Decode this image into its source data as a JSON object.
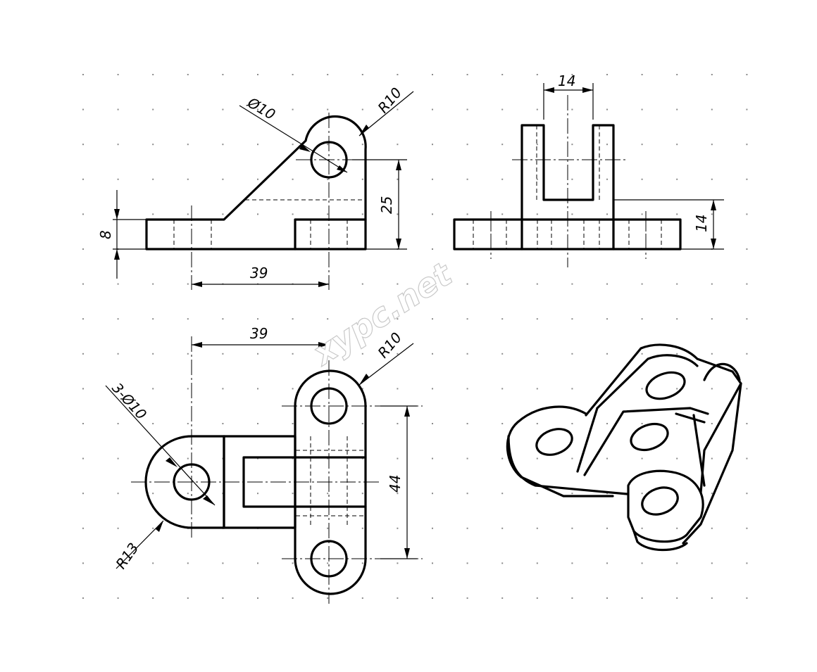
{
  "dimensions": {
    "hole_diameter": "Ø10",
    "top_radius": "R10",
    "height_25": "25",
    "base_thickness": "8",
    "length_39_front": "39",
    "slot_width": "14",
    "base_height_side": "14",
    "length_39_top": "39",
    "radius_top_view": "R10",
    "holes_note": "3-Ø10",
    "large_radius": "R13",
    "spacing_44": "44"
  },
  "watermark": "xypc.net"
}
